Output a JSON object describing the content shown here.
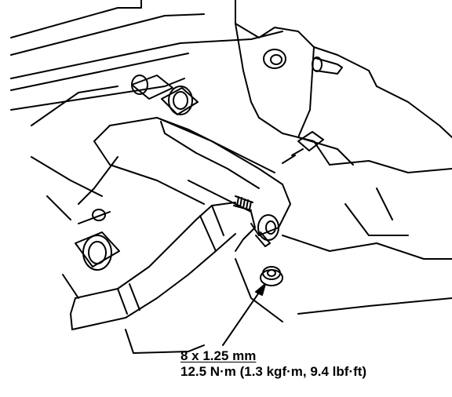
{
  "figure": {
    "type": "technical-illustration",
    "colors": {
      "ink": "#000000",
      "paper": "#ffffff"
    }
  },
  "callout": {
    "size": "8 x 1.25 mm",
    "torque": "12.5 N·m (1.3 kgf·m, 9.4 lbf·ft)"
  }
}
